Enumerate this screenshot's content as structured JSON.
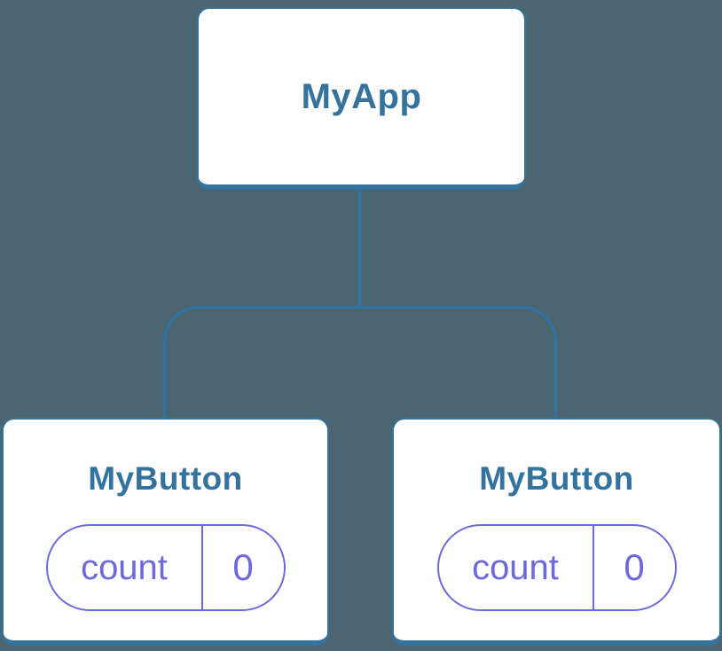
{
  "colors": {
    "bg": "#4B6670",
    "blue": "#33739E",
    "line": "#2F74A8",
    "purple": "#6C69DE",
    "node-bg": "#FFFFFF"
  },
  "diagram": {
    "type": "component-tree",
    "root": {
      "label": "MyApp"
    },
    "children": [
      {
        "label": "MyButton",
        "state": {
          "name": "count",
          "value": "0"
        }
      },
      {
        "label": "MyButton",
        "state": {
          "name": "count",
          "value": "0"
        }
      }
    ]
  }
}
